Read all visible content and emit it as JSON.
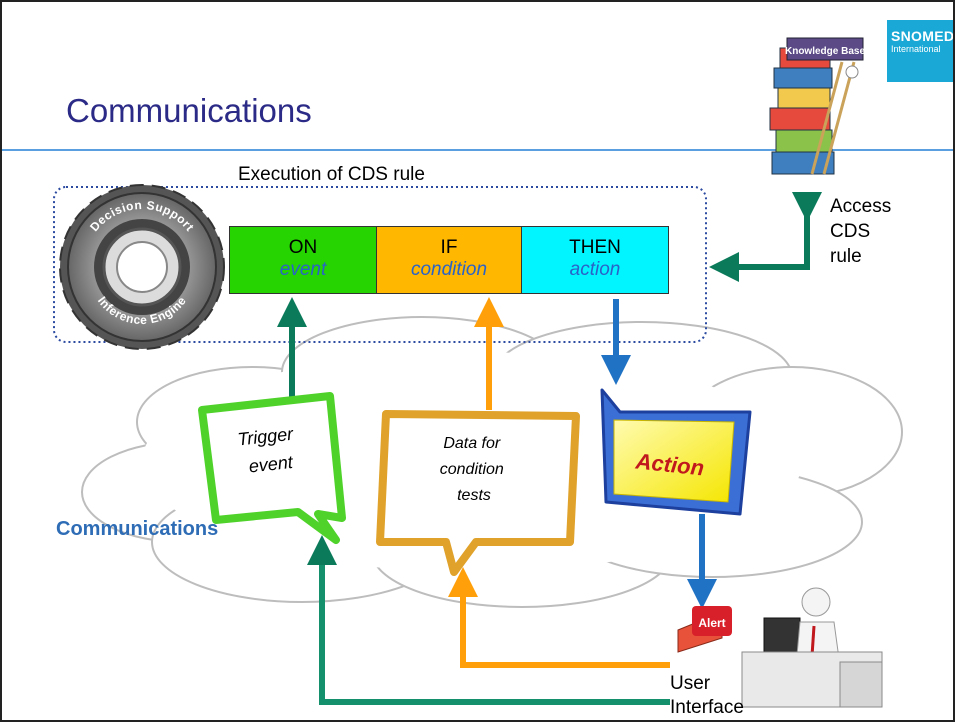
{
  "slide": {
    "title": "Communications",
    "execution_label": "Execution of CDS rule",
    "gear_text_top": "Decision Support",
    "gear_text_bottom": "Inference Engine",
    "rule": [
      {
        "keyword": "ON",
        "sub": "event"
      },
      {
        "keyword": "IF",
        "sub": "condition"
      },
      {
        "keyword": "THEN",
        "sub": "action"
      }
    ],
    "access_lines": [
      "Access",
      "CDS",
      "rule"
    ],
    "knowledge_base_label": "Knowledge Base",
    "communications_label": "Communications",
    "bubbles": {
      "trigger": [
        "Trigger",
        "event"
      ],
      "data": [
        "Data for",
        "condition",
        "tests"
      ],
      "action": "Action"
    },
    "alert_text": "Alert",
    "user_interface_lines": [
      "User",
      "Interface"
    ],
    "logo": {
      "name": "SNOMED",
      "sub": "International"
    }
  },
  "colors": {
    "title": "#2b2a86",
    "rule_line": "#5aa0e0",
    "on_cell": "#25d400",
    "if_cell": "#ffb700",
    "then_cell": "#00f5ff",
    "arrow_green": "#0a7a5a",
    "arrow_orange": "#ff9f0a",
    "arrow_blue": "#1f72c4",
    "communications_label": "#2e6db6",
    "logo_bg": "#1aa9d6"
  }
}
